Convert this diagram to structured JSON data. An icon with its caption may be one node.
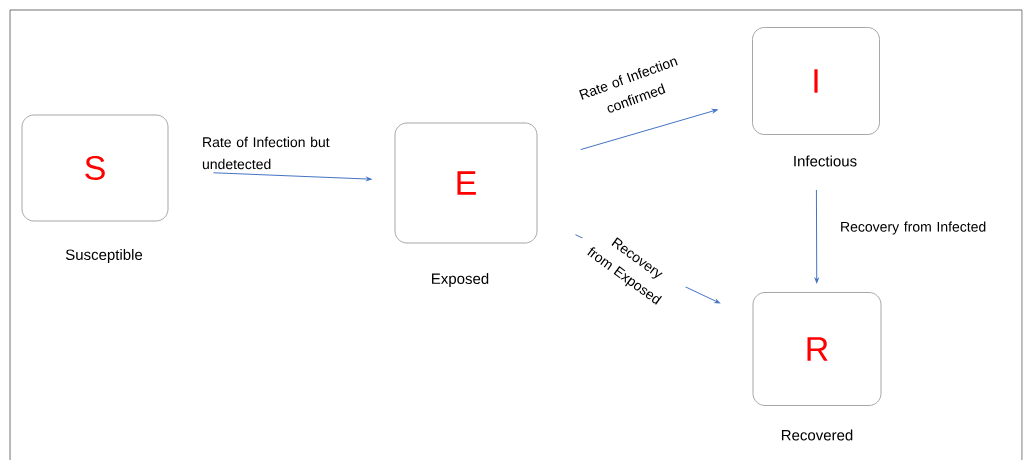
{
  "diagram": {
    "nodes": [
      {
        "text": [
          "S"
        ],
        "beside": [
          "Susceptible"
        ]
      },
      {
        "text": [
          "E"
        ],
        "beside": [
          "Exposed"
        ]
      },
      {
        "text": [
          "I"
        ],
        "beside": [
          "Infectious"
        ]
      },
      {
        "text": [
          "R"
        ],
        "beside": [
          "Recovered"
        ]
      }
    ],
    "edges": [
      {
        "from": 0,
        "to": 1,
        "arrow": "to",
        "label": "Rate of Infection but undetected"
      },
      {
        "from": 1,
        "to": 2,
        "arrow": "to",
        "label": "Rate of Infection confirmed"
      },
      {
        "from": 1,
        "to": 3,
        "arrow": "to",
        "label": "Recovery from Exposed"
      },
      {
        "from": 2,
        "to": 3,
        "arrow": "to",
        "label": "Recovery from Infected"
      }
    ]
  }
}
